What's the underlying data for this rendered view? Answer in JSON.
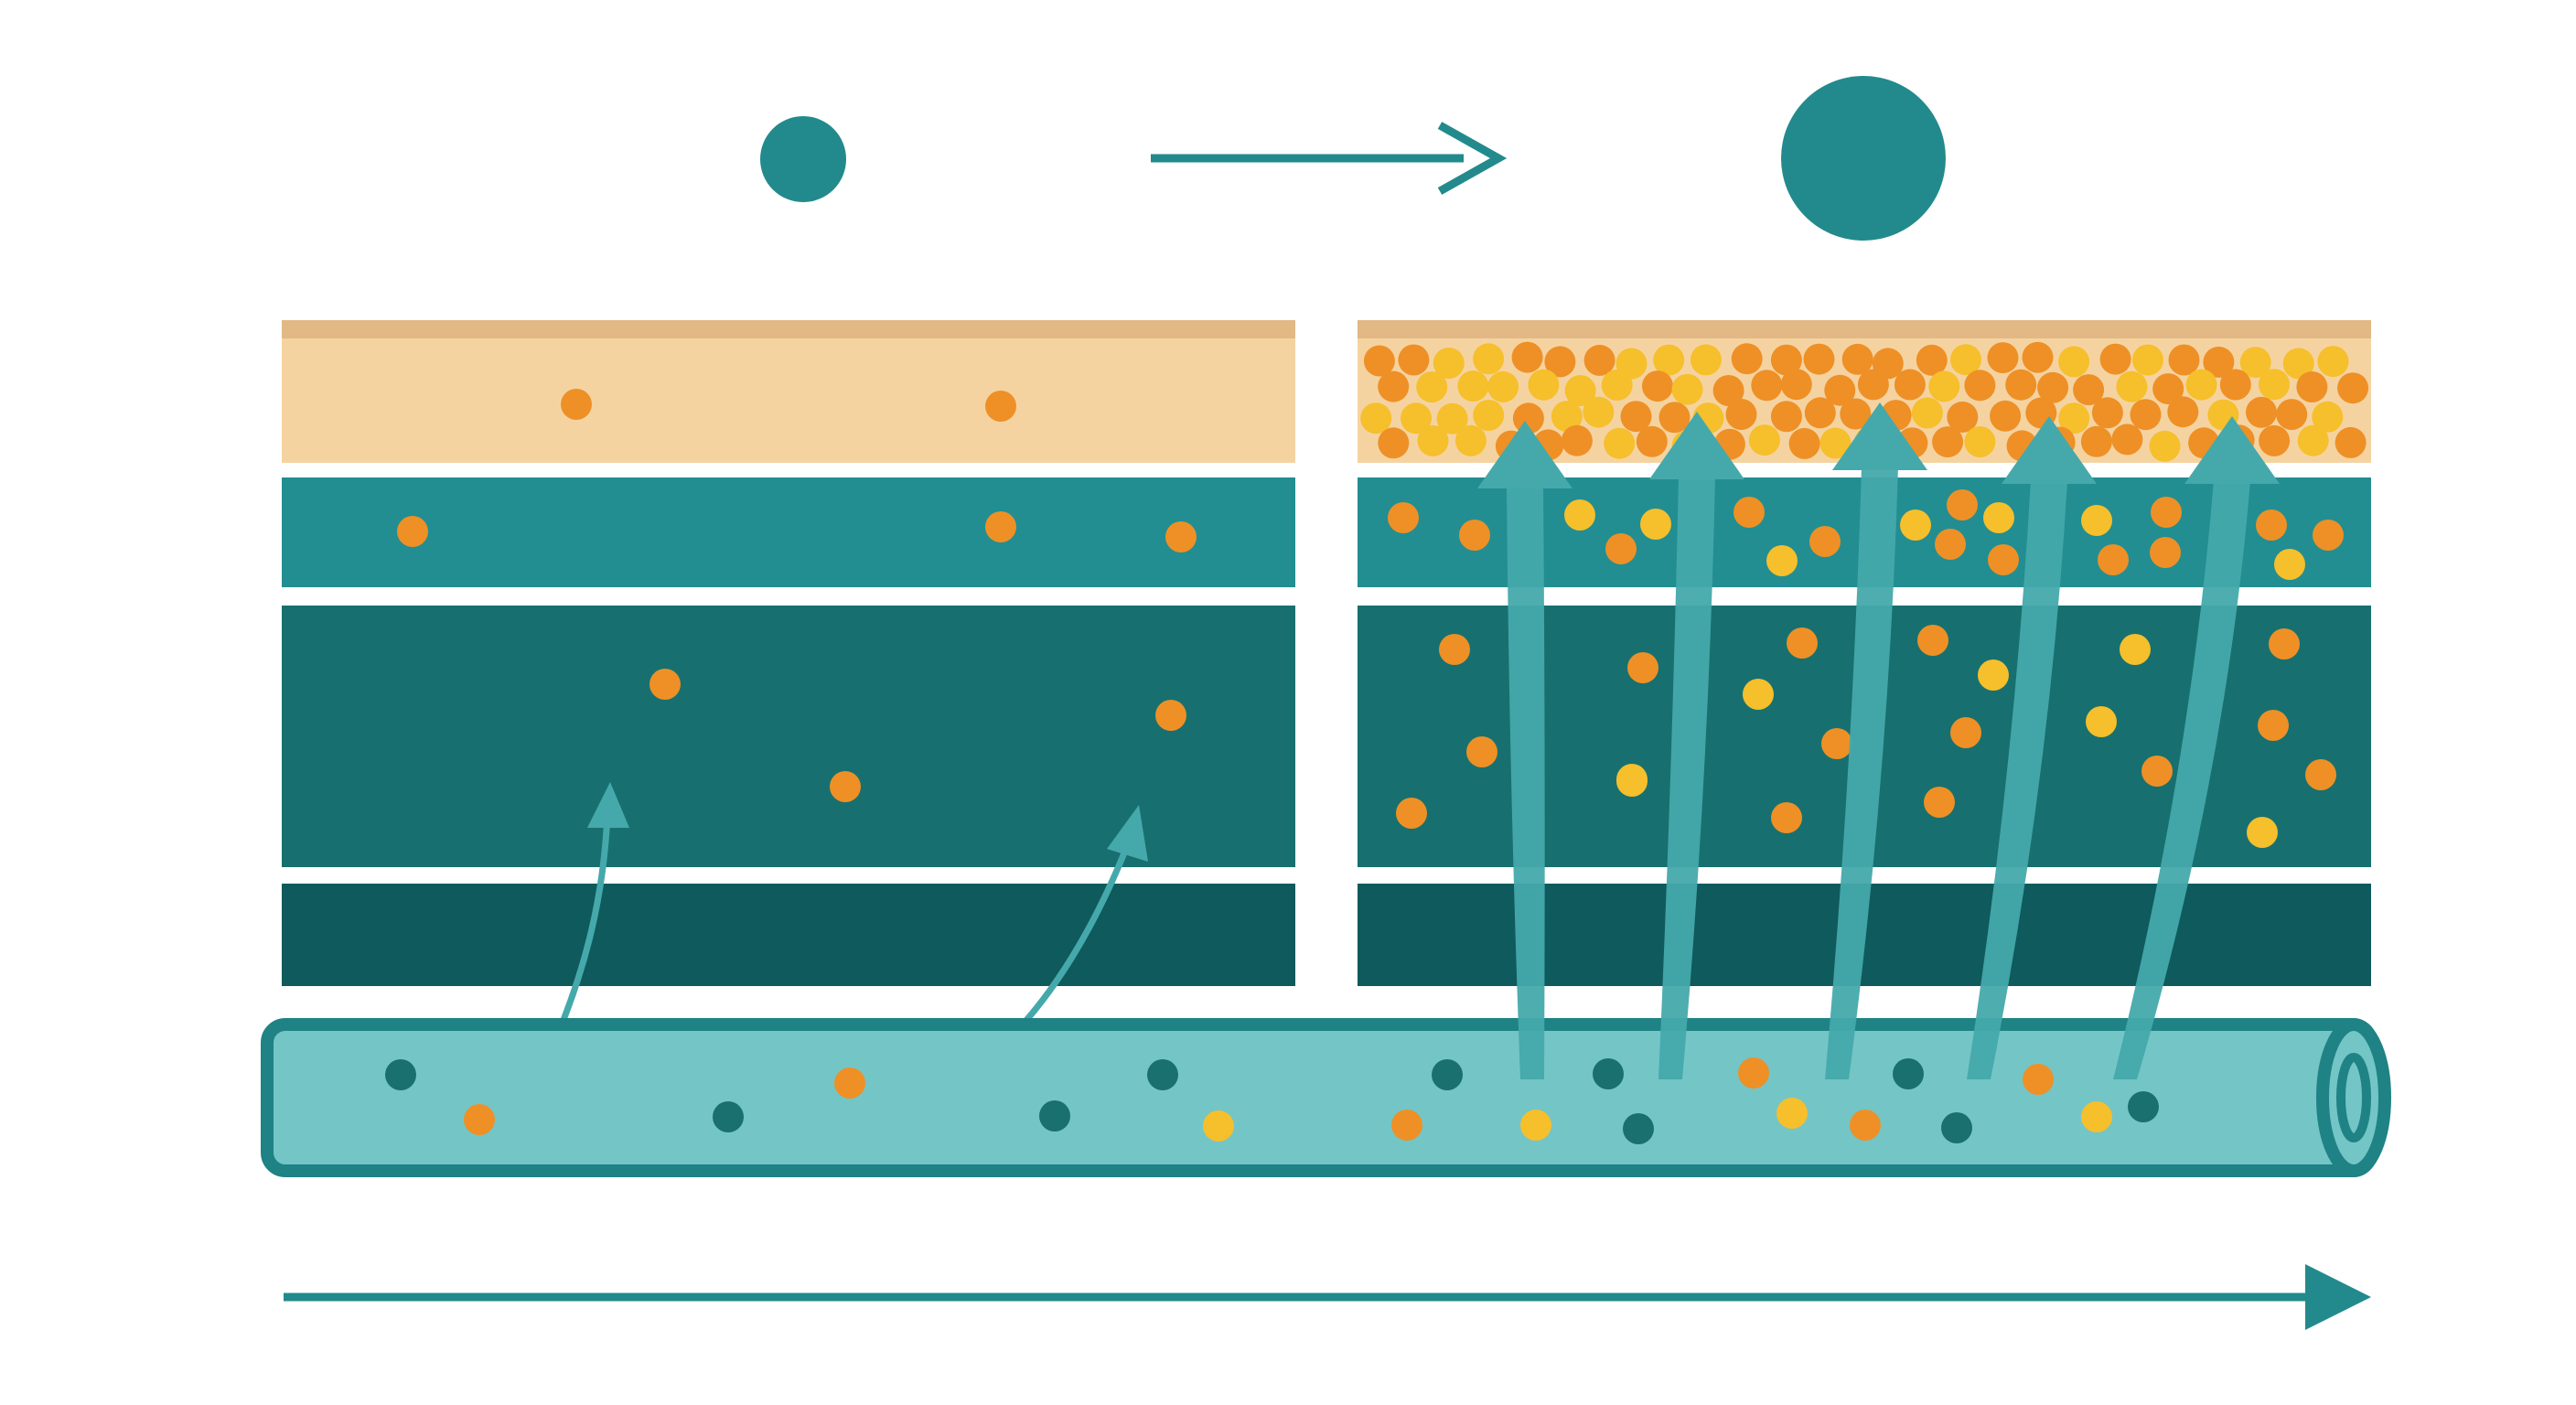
{
  "colors": {
    "background": "#ffffff",
    "teal_marker": "#228a8c",
    "layer_top": "#f5d3a1",
    "layer_top_edge": "#e2b884",
    "layer_2": "#228e91",
    "layer_3": "#17706f",
    "layer_4": "#0f5a5c",
    "vessel_fill": "#74c5c6",
    "vessel_edge": "#1f8284",
    "vessel_dark_dot": "#1a6f6f",
    "arrow_teal": "#45a9ab",
    "particle_orange": "#ee9026",
    "particle_yellow": "#f6bf2c",
    "flow_arrow": "#228a8c"
  },
  "legend": {
    "small_marker": "small-circle",
    "large_marker": "large-circle",
    "arrow": "right-arrow"
  },
  "panels": [
    {
      "side": "left",
      "state": "low-penetration",
      "layers": 4,
      "uptake_arrows": 2,
      "particle_density": "sparse"
    },
    {
      "side": "right",
      "state": "high-penetration",
      "layers": 4,
      "uptake_arrows": 5,
      "particle_density": "dense"
    }
  ],
  "vessel": {
    "shape": "tube",
    "open_end": "right"
  },
  "flow_direction": "left-to-right"
}
